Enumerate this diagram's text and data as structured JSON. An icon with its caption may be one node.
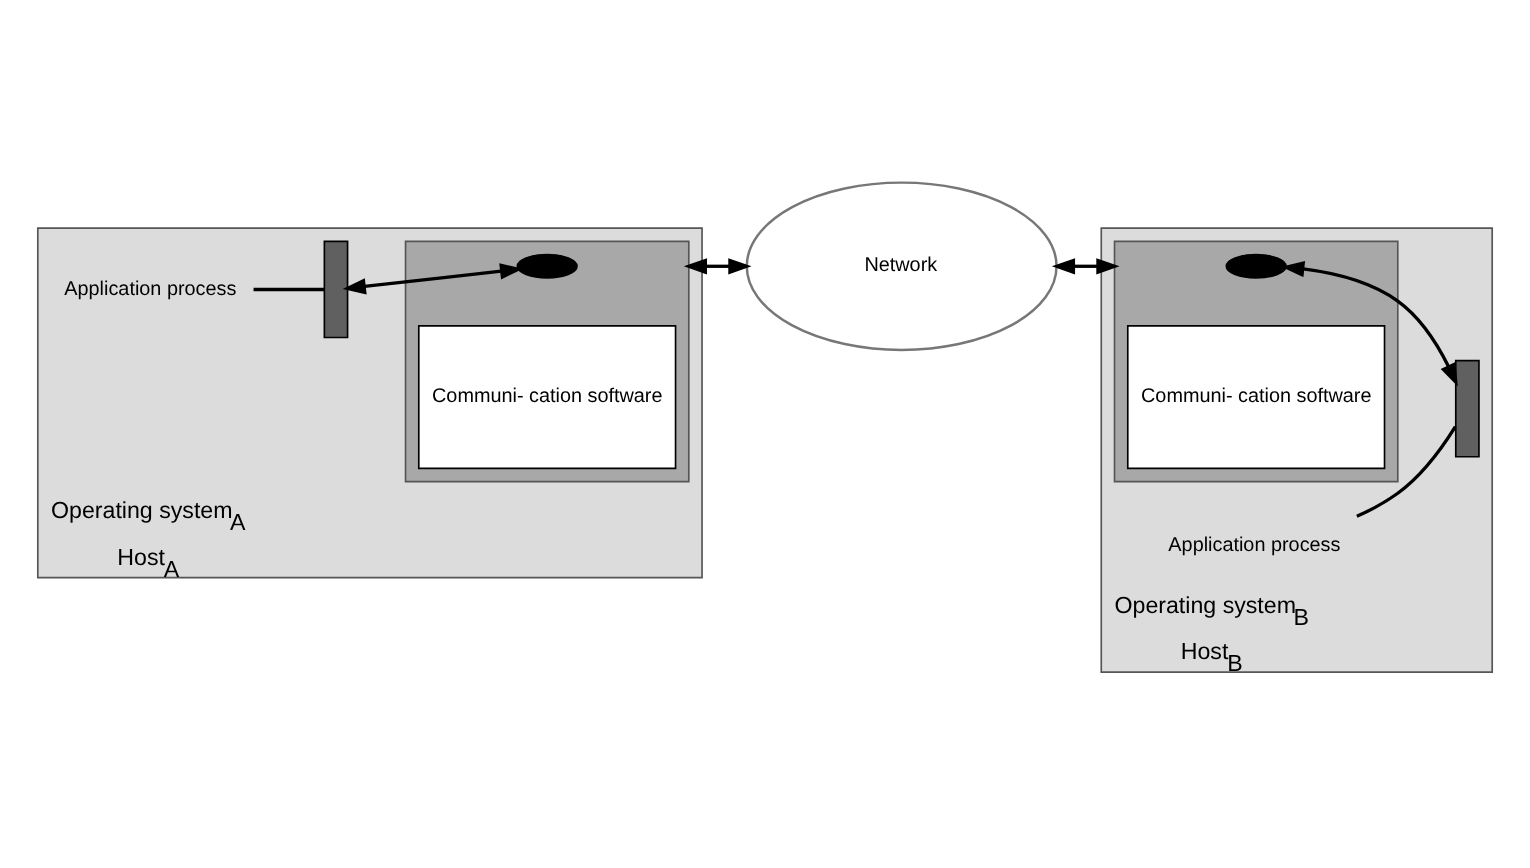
{
  "diagram": {
    "nodes": [
      {
        "text": [
          "Operating system$_{A}$",
          "Host$_{A}$"
        ]
      },
      {
        "text": [
          "Application process"
        ],
        "in": 0
      },
      {
        "text": [],
        "shape": "bar",
        "in": 0
      },
      {
        "text": [],
        "shape": "box",
        "in": 0
      },
      {
        "text": [],
        "shape": "ellipse",
        "in": 3
      },
      {
        "text": [
          "Communi- cation software"
        ],
        "in": 3
      },
      {
        "text": [
          "Network"
        ]
      },
      {
        "text": [
          "Operating system$_{B}$",
          "Host$_{B}$"
        ]
      },
      {
        "text": [
          "Application process"
        ],
        "in": 7
      },
      {
        "text": [],
        "shape": "bar",
        "in": 7
      },
      {
        "text": [],
        "shape": "box",
        "in": 7
      },
      {
        "text": [],
        "shape": "ellipse",
        "in": 10
      },
      {
        "text": [
          "Communi- cation software"
        ],
        "in": 10
      }
    ],
    "edges": [
      {
        "from": 1,
        "to": 2,
        "arrow": "none"
      },
      {
        "from": 2,
        "to": 4,
        "arrow": "both"
      },
      {
        "from": 3,
        "to": 6,
        "arrow": "both"
      },
      {
        "from": 8,
        "to": 9,
        "arrow": "none"
      },
      {
        "from": 11,
        "to": 9,
        "arrow": "both"
      },
      {
        "from": 6,
        "to": 10,
        "arrow": "both"
      }
    ]
  }
}
